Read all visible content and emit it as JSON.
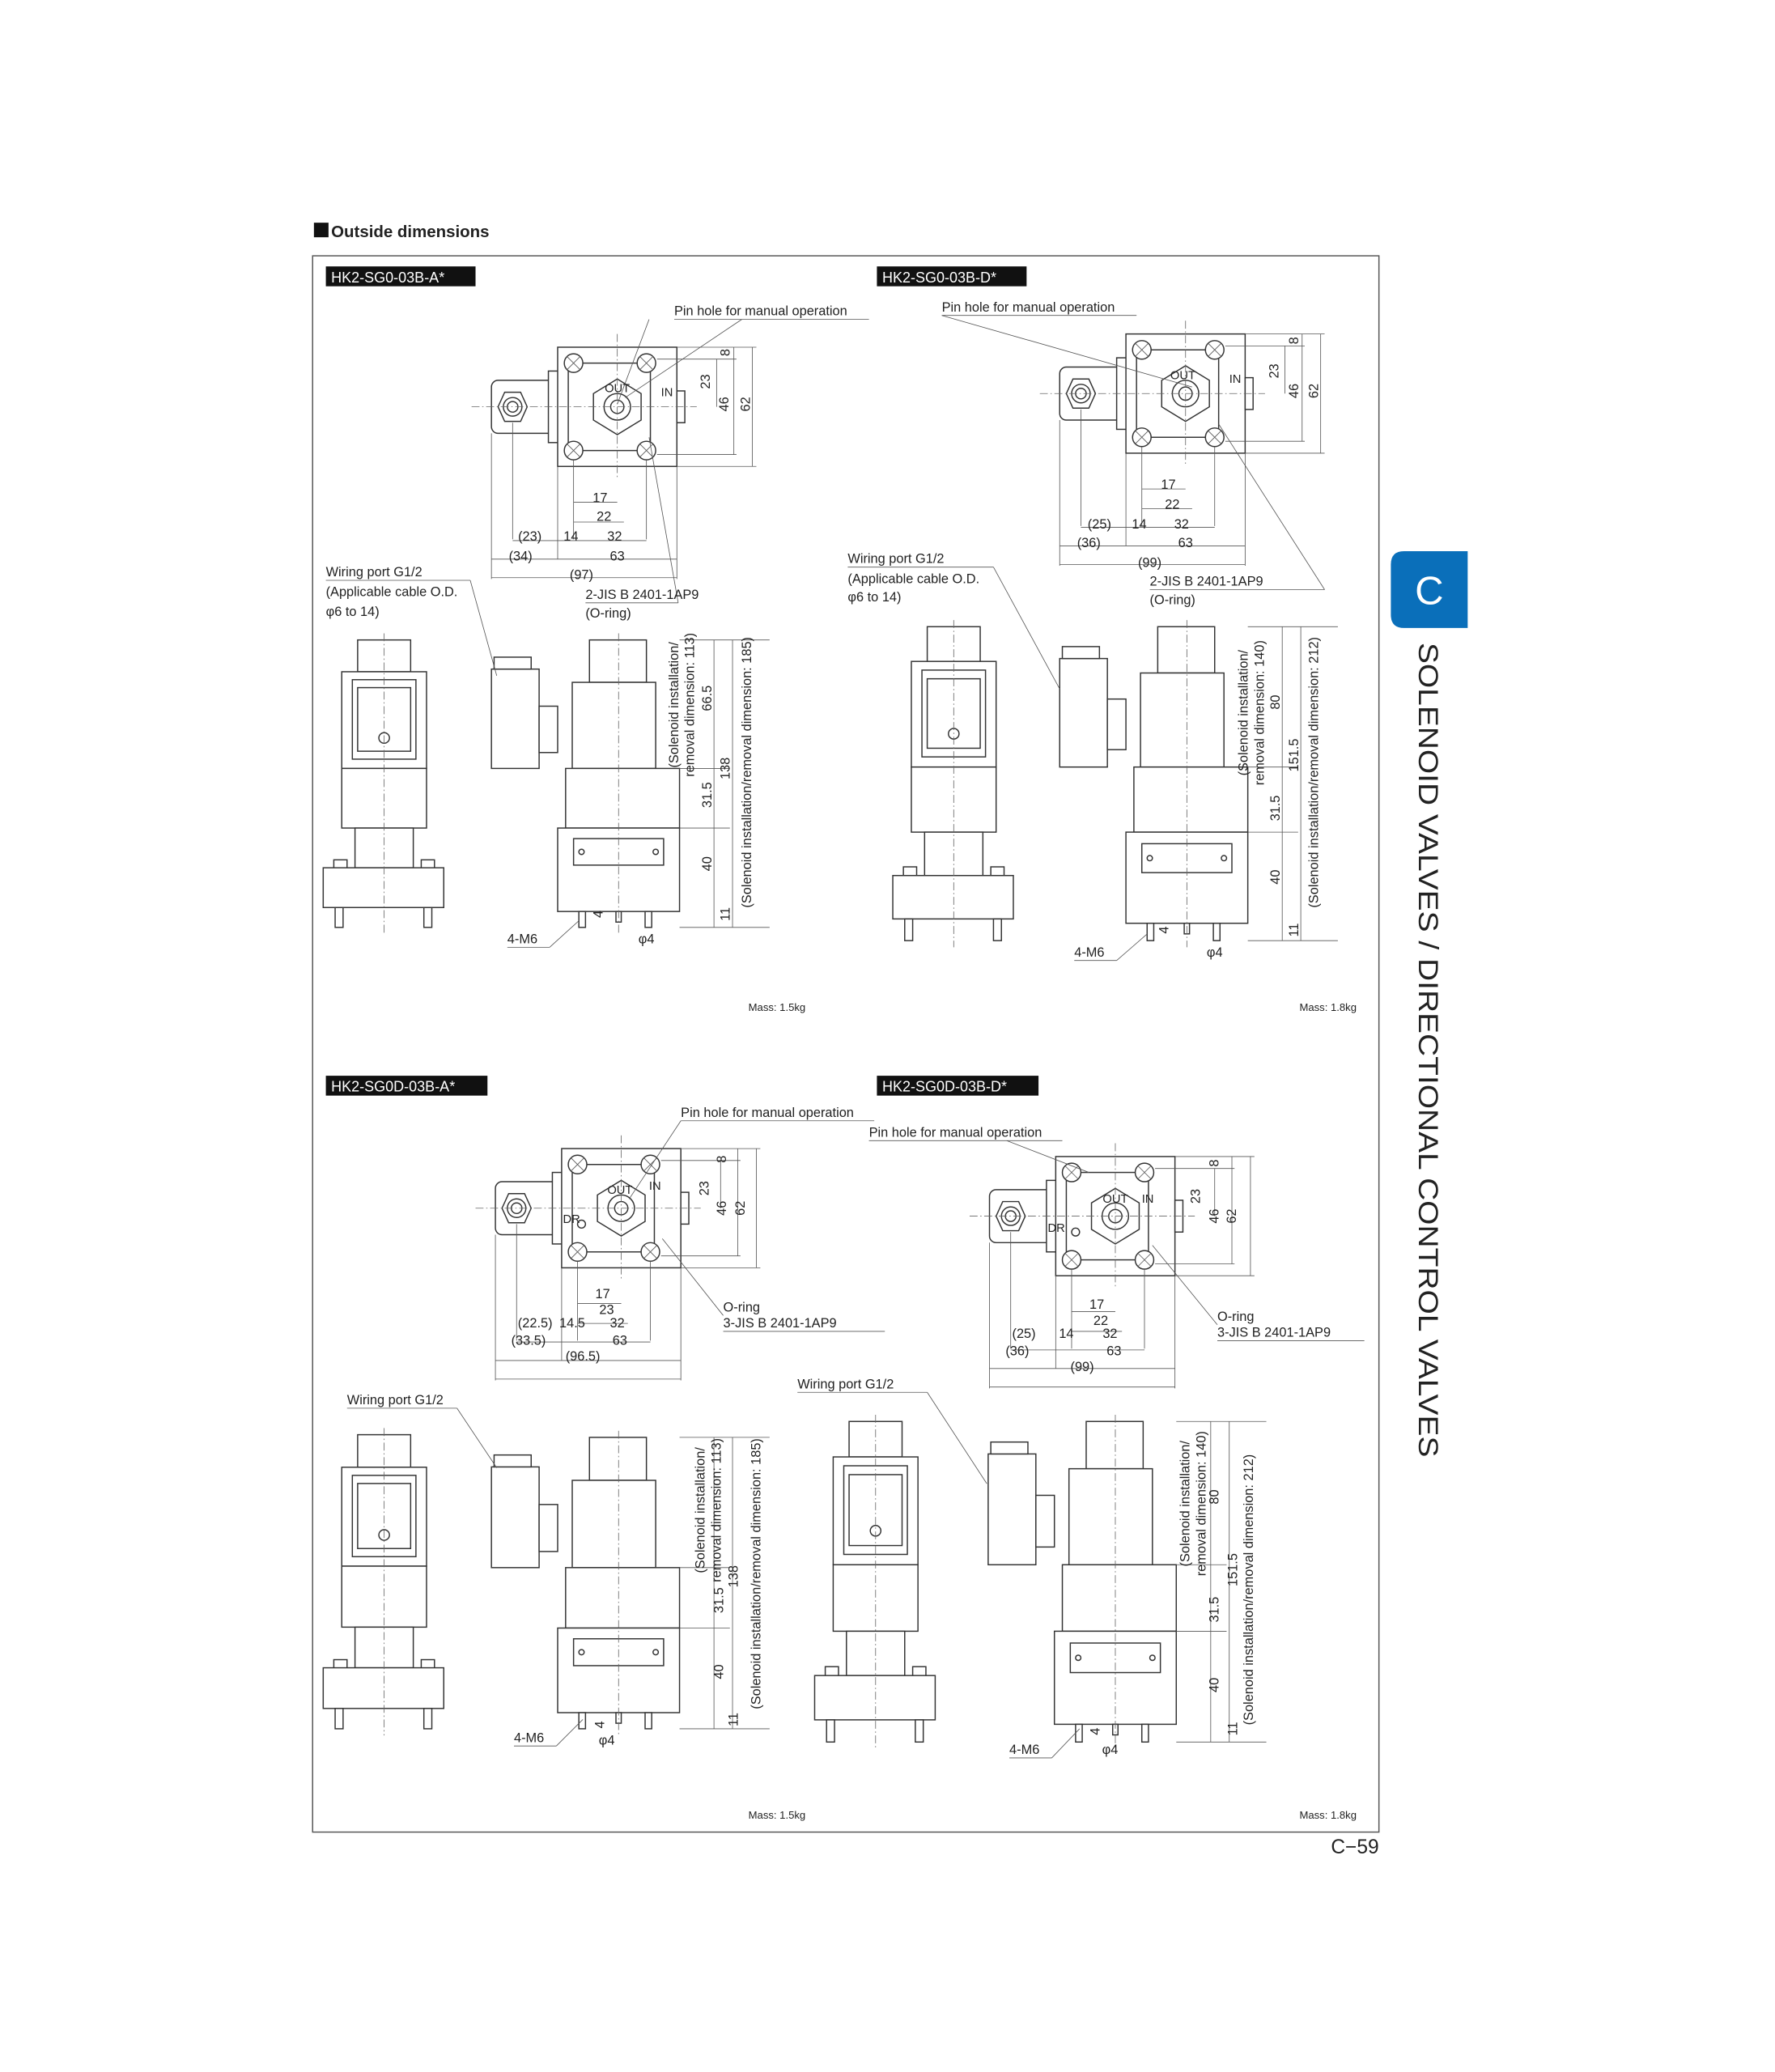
{
  "section_title": "Outside dimensions",
  "side_tab": {
    "letter": "C",
    "title": "SOLENOID VALVES / DIRECTIONAL CONTROL VALVES",
    "color": "#0a6fba"
  },
  "page_number": "C−59",
  "panels": [
    {
      "texts": {
        "model": "HK2-SG0-03B-A*",
        "pin": "Pin hole for manual operation",
        "out": "OUT",
        "in": "IN",
        "d8": "8",
        "d23v": "23",
        "d46": "46",
        "d62": "62",
        "h17": "17",
        "h22": "22",
        "h23": "(23)",
        "h14": "14",
        "h32": "32",
        "h34": "(34)",
        "h63": "63",
        "h97": "(97)",
        "jis": "2-JIS B 2401-1AP9",
        "oring": "(O-ring)",
        "w1": "Wiring port G1/2",
        "w2": "(Applicable cable O.D.",
        "w3": "φ6 to 14)",
        "s1": "(Solenoid installation/",
        "s2": "removal dimension: 113)",
        "v1": "66.5",
        "v2": "138",
        "v3": "31.5",
        "v4": "40",
        "v5": "11",
        "s3": "(Solenoid installation/removal dimension: 185)",
        "m6": "4-M6",
        "d4": "4",
        "phi4": "φ4",
        "mass": "Mass: 1.5kg"
      }
    },
    {
      "texts": {
        "model": "HK2-SG0-03B-D*",
        "pin": "Pin hole for manual operation",
        "out": "OUT",
        "in": "IN",
        "d8": "8",
        "d23v": "23",
        "d46": "46",
        "d62": "62",
        "h17": "17",
        "h22": "22",
        "h25": "(25)",
        "h14": "14",
        "h32": "32",
        "h36": "(36)",
        "h63": "63",
        "h99": "(99)",
        "jis": "2-JIS B 2401-1AP9",
        "oring": "(O-ring)",
        "w1": "Wiring port G1/2",
        "w2": "(Applicable cable O.D.",
        "w3": "φ6 to 14)",
        "s1": "(Solenoid installation/",
        "s2": "removal dimension: 140)",
        "v1": "80",
        "v2": "151.5",
        "v3": "31.5",
        "v4": "40",
        "v5": "11",
        "s3": "(Solenoid installation/removal dimension: 212)",
        "m6": "4-M6",
        "d4": "4",
        "phi4": "φ4",
        "mass": "Mass: 1.8kg"
      }
    },
    {
      "texts": {
        "model": "HK2-SG0D-03B-A*",
        "pin": "Pin hole for manual operation",
        "out": "OUT",
        "in": "IN",
        "dr": "DR",
        "d8": "8",
        "d23v": "23",
        "d46": "46",
        "d62": "62",
        "h17": "17",
        "h23": "23",
        "h225": "(22.5)",
        "h145": "14.5",
        "h32": "32",
        "h335": "(33.5)",
        "h63": "63",
        "h965": "(96.5)",
        "oring": "O-ring",
        "jis": "3-JIS B 2401-1AP9",
        "w1": "Wiring port G1/2",
        "s1": "(Solenoid installation/",
        "s2": "removal dimension: 113)",
        "v2": "138",
        "v3": "31.5",
        "v4": "40",
        "v5": "11",
        "s3": "(Solenoid installation/removal dimension: 185)",
        "m6": "4-M6",
        "d4": "4",
        "phi4": "φ4",
        "mass": "Mass: 1.5kg"
      }
    },
    {
      "texts": {
        "model": "HK2-SG0D-03B-D*",
        "pin": "Pin hole for manual operation",
        "out": "OUT",
        "in": "IN",
        "dr": "DR",
        "d8": "8",
        "d23v": "23",
        "d46": "46",
        "d62": "62",
        "h17": "17",
        "h22": "22",
        "h25": "(25)",
        "h14": "14",
        "h32": "32",
        "h36": "(36)",
        "h63": "63",
        "h99": "(99)",
        "oring": "O-ring",
        "jis": "3-JIS B 2401-1AP9",
        "w1": "Wiring port G1/2",
        "s1": "(Solenoid installation/",
        "s2": "removal dimension: 140)",
        "v1": "80",
        "v2": "151.5",
        "v3": "31.5",
        "v4": "40",
        "v5": "11",
        "s3": "(Solenoid installation/removal dimension: 212)",
        "m6": "4-M6",
        "d4": "4",
        "phi4": "φ4",
        "mass": "Mass: 1.8kg"
      }
    }
  ]
}
